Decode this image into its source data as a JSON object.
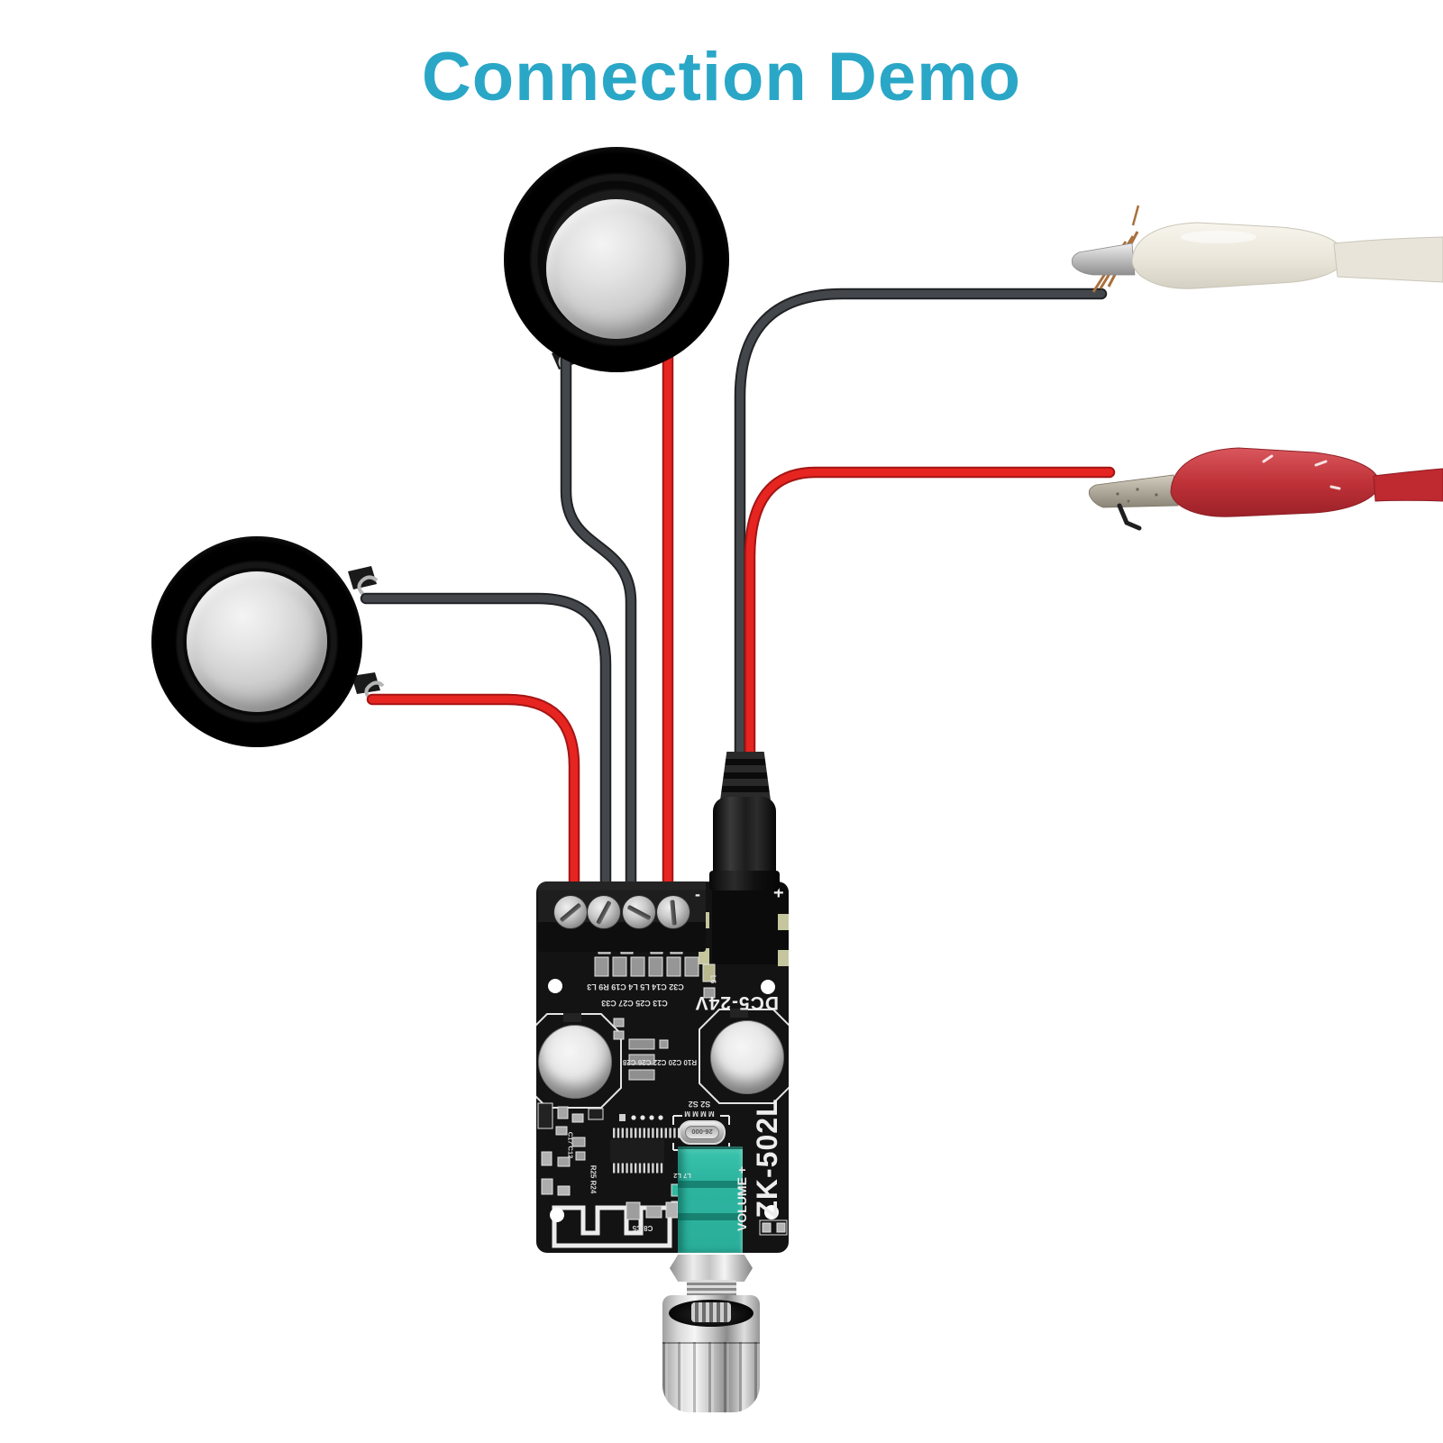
{
  "title": {
    "text": "Connection Demo",
    "color": "#2aa7c7"
  },
  "board": {
    "power_label": "DC5-24V",
    "model_label": "ZK-502L",
    "volume_label": "VOLUME +",
    "crystal_label": "26-000",
    "plus_label": "+",
    "minus_label": "-",
    "silk": {
      "row1": "C32 C14 L5 L4 C19 R9 L3",
      "row2": "C13 C25 C27 C33",
      "row3": "R10 C20 C22 C26 C28",
      "s2": "S2 S2",
      "m": "M M M M",
      "r25_r24": "R25 R24",
      "c17_c12": "C17 C12",
      "c8_c5": "C8 C5",
      "l7_l2": "L7 L2",
      "l6": "L6"
    }
  },
  "figures": {
    "speaker_top": "speaker",
    "speaker_left": "speaker",
    "clip_white": "white-alligator-clip",
    "clip_red": "red-alligator-clip",
    "dc_plug": "dc-power-plug",
    "knob": "volume-knob",
    "antenna": "bluetooth-pcb-antenna"
  },
  "colors": {
    "title": "#2aa7c7",
    "wire_red": "#e4221f",
    "wire_black": "#3f4347",
    "board": "#131313",
    "pot_teal": "#2fb8a2",
    "clip_red_body": "#b8343a",
    "clip_white_body": "#efece1",
    "silkscreen": "#e9e9e9"
  }
}
